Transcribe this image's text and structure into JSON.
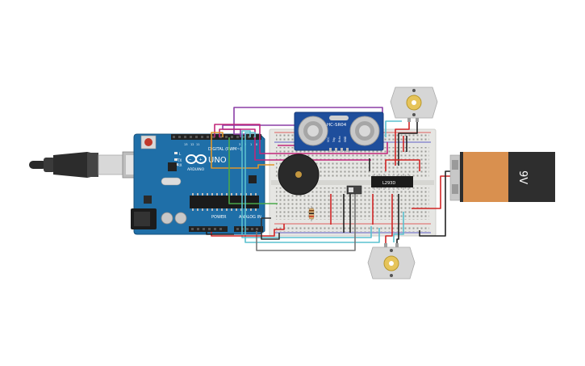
{
  "components": {
    "arduino": {
      "brand": "ARDUINO",
      "model": "UNO",
      "digital_label": "DIGITAL (PWM~)",
      "power_label": "POWER",
      "analog_label": "ANALOG IN",
      "tx_label": "TX",
      "rx_label": "RX",
      "l_label": "L",
      "board_color": "#1f6fa8"
    },
    "sensor": {
      "label": "HC-SR04",
      "pins": [
        "VCC",
        "Trig",
        "Echo",
        "GND"
      ],
      "color": "#1e4e9c"
    },
    "driver": {
      "label": "L293D"
    },
    "battery": {
      "label": "9V",
      "body_color": "#2e2e2e",
      "label_color": "#d9904f"
    },
    "motors": [
      "motor-top",
      "motor-bottom"
    ],
    "buzzer": "piezo",
    "usb": "usb-cable"
  },
  "colors": {
    "wire_purple": "#8b3fa6",
    "wire_magenta": "#c2267a",
    "wire_orange": "#e0962a",
    "wire_green": "#4aa84a",
    "wire_cyan": "#5ac0cf",
    "wire_red": "#d12525",
    "wire_black": "#222222",
    "wire_gray": "#777777",
    "wire_dark": "#333333",
    "breadboard": "#e6e6e3"
  }
}
